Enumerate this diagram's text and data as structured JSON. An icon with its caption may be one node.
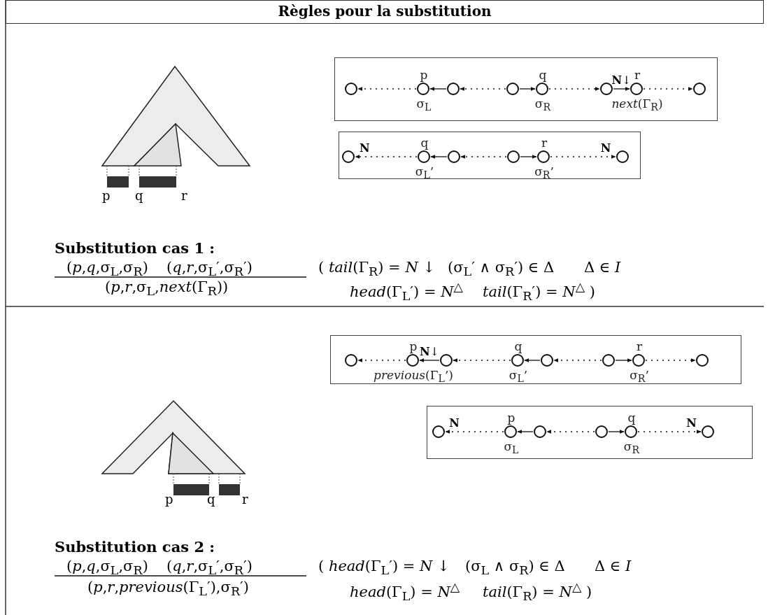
{
  "diagram": {
    "title": "Règles pour la substitution",
    "nodes": [
      {
        "text": [],
        "shape": "box"
      },
      {
        "text": [],
        "shape": "circle",
        "in": 0
      },
      {
        "text": [],
        "shape": "circle",
        "in": 0,
        "beside": [
          "p",
          "σ$_{L}$"
        ]
      },
      {
        "text": [],
        "shape": "circle",
        "in": 0
      },
      {
        "text": [],
        "shape": "circle",
        "in": 0
      },
      {
        "text": [],
        "shape": "circle",
        "in": 0,
        "beside": [
          "q",
          "σ$_{R}$"
        ]
      },
      {
        "text": [],
        "shape": "circle",
        "in": 0
      },
      {
        "text": [],
        "shape": "circle",
        "in": 0,
        "beside": [
          "r",
          "*next*(Γ$_{R}$)"
        ]
      },
      {
        "text": [],
        "shape": "circle",
        "in": 0
      },
      {
        "text": [],
        "shape": "box"
      },
      {
        "text": [],
        "shape": "circle",
        "in": 9
      },
      {
        "text": [],
        "shape": "circle",
        "in": 9,
        "beside": [
          "q",
          "σ$_{L}$’"
        ]
      },
      {
        "text": [],
        "shape": "circle",
        "in": 9
      },
      {
        "text": [],
        "shape": "circle",
        "in": 9
      },
      {
        "text": [],
        "shape": "circle",
        "in": 9,
        "beside": [
          "r",
          "σ$_{R}$’"
        ]
      },
      {
        "text": [],
        "shape": "circle",
        "in": 9
      },
      {
        "text": [],
        "shape": "box"
      },
      {
        "text": [],
        "shape": "circle",
        "in": 16
      },
      {
        "text": [],
        "shape": "circle",
        "in": 16,
        "beside": [
          "p",
          "*previous*(Γ$_{L}$’)"
        ]
      },
      {
        "text": [],
        "shape": "circle",
        "in": 16
      },
      {
        "text": [],
        "shape": "circle",
        "in": 16,
        "beside": [
          "q",
          "σ$_{L}$’"
        ]
      },
      {
        "text": [],
        "shape": "circle",
        "in": 16
      },
      {
        "text": [],
        "shape": "circle",
        "in": 16
      },
      {
        "text": [],
        "shape": "circle",
        "in": 16,
        "beside": [
          "r",
          "σ$_{R}$’"
        ]
      },
      {
        "text": [],
        "shape": "circle",
        "in": 16
      },
      {
        "text": [],
        "shape": "box"
      },
      {
        "text": [],
        "shape": "circle",
        "in": 25
      },
      {
        "text": [],
        "shape": "circle",
        "in": 25,
        "beside": [
          "p",
          "σ$_{L}$"
        ]
      },
      {
        "text": [],
        "shape": "circle",
        "in": 25
      },
      {
        "text": [],
        "shape": "circle",
        "in": 25
      },
      {
        "text": [],
        "shape": "circle",
        "in": 25,
        "beside": [
          "q",
          "σ$_{R}$"
        ]
      },
      {
        "text": [],
        "shape": "circle",
        "in": 25
      }
    ],
    "edges": [
      {
        "from": 2,
        "to": 1,
        "arrow": "to",
        "style": "dashed"
      },
      {
        "from": 3,
        "to": 2,
        "arrow": "to"
      },
      {
        "from": 4,
        "to": 3,
        "arrow": "to",
        "style": "dashed"
      },
      {
        "from": 4,
        "to": 5,
        "arrow": "to"
      },
      {
        "from": 5,
        "to": 6,
        "arrow": "to",
        "style": "dashed"
      },
      {
        "from": 6,
        "to": 7,
        "arrow": "to",
        "label": "**N**↓"
      },
      {
        "from": 7,
        "to": 8,
        "arrow": "to",
        "style": "dashed"
      },
      {
        "from": 11,
        "to": 10,
        "arrow": "to",
        "style": "dashed",
        "label": "**N**"
      },
      {
        "from": 12,
        "to": 11,
        "arrow": "to"
      },
      {
        "from": 13,
        "to": 12,
        "arrow": "to",
        "style": "dashed"
      },
      {
        "from": 13,
        "to": 14,
        "arrow": "to"
      },
      {
        "from": 14,
        "to": 15,
        "arrow": "to",
        "style": "dashed",
        "label": "**N**"
      },
      {
        "from": 18,
        "to": 17,
        "arrow": "to",
        "style": "dashed"
      },
      {
        "from": 19,
        "to": 18,
        "arrow": "to",
        "label": "**N**↓"
      },
      {
        "from": 20,
        "to": 19,
        "arrow": "to",
        "style": "dashed"
      },
      {
        "from": 21,
        "to": 20,
        "arrow": "to"
      },
      {
        "from": 22,
        "to": 21,
        "arrow": "to",
        "style": "dashed"
      },
      {
        "from": 22,
        "to": 23,
        "arrow": "to"
      },
      {
        "from": 23,
        "to": 24,
        "arrow": "to",
        "style": "dashed"
      },
      {
        "from": 27,
        "to": 26,
        "arrow": "to",
        "style": "dashed",
        "label": "**N**"
      },
      {
        "from": 28,
        "to": 27,
        "arrow": "to"
      },
      {
        "from": 29,
        "to": 28,
        "arrow": "to",
        "style": "dashed"
      },
      {
        "from": 29,
        "to": 30,
        "arrow": "to"
      },
      {
        "from": 30,
        "to": 31,
        "arrow": "to",
        "style": "dashed",
        "label": "**N**"
      }
    ],
    "labels": [
      "p",
      "q",
      "r",
      "Substitution cas 1 :",
      "(*p*,*q*,σ$_{L}$,σ$_{R}$)",
      "(*q*,*r*,σ$_{L}$′,σ$_{R}$′)",
      "( *tail*(Γ$_{R}$) = *N* ↓",
      "(σ$_{L}$′ ∧ σ$_{R}$′) ∈ Δ",
      "Δ ∈ *I*",
      "(*p*,*r*,σ$_{L}$,*next*(Γ$_{R}$))",
      "*head*(Γ$_{L}$′) = *N*$^{△}$",
      "*tail*(Γ$_{R}$′) = *N*$^{△}$ )",
      "p",
      "q",
      "r",
      "Substitution cas 2 :",
      "(*p*,*q*,σ$_{L}$,σ$_{R}$)",
      "(*q*,*r*,σ$_{L}$′,σ$_{R}$′)",
      "( *head*(Γ$_{L}$′) = *N* ↓",
      "(σ$_{L}$ ∧ σ$_{R}$) ∈ Δ",
      "Δ ∈ *I*",
      "(*p*,*r*,*previous*(Γ$_{L}$′),σ$_{R}$′)",
      "*head*(Γ$_{L}$) = *N*$^{△}$",
      "*tail*(Γ$_{R}$) = *N*$^{△}$ )"
    ]
  }
}
